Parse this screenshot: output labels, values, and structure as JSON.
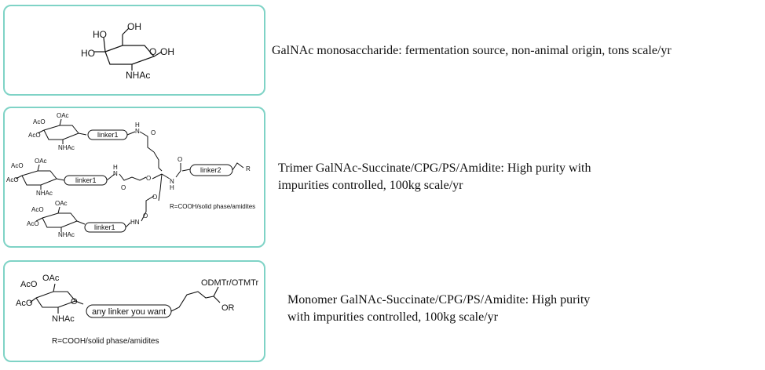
{
  "rows": [
    {
      "description": "GalNAc monosaccharide: fermentation source, non-animal origin, tons scale/yr",
      "structure": {
        "labels": [
          "HO",
          "OH",
          "HO",
          "OH",
          "NHAc"
        ]
      }
    },
    {
      "description_line1": "Trimer GalNAc-Succinate/CPG/PS/Amidite: High purity with",
      "description_line2": "impurities controlled, 100kg scale/yr",
      "structure": {
        "ac_label": "AcO",
        "oac_label": "OAc",
        "nhac_label": "NHAc",
        "linker1": "linker1",
        "linker2": "linker2",
        "n_label": "N",
        "h_label": "H",
        "hn_label": "HN",
        "o_label": "O",
        "r_label": "R",
        "r_note": "R=COOH/solid phase/amidites"
      }
    },
    {
      "description_line1": "Monomer GalNAc-Succinate/CPG/PS/Amidite: High purity",
      "description_line2": "with impurities controlled, 100kg scale/yr",
      "structure": {
        "ac_label": "AcO",
        "oac_label": "OAc",
        "nhac_label": "NHAc",
        "linker": "any linker you want",
        "top_label": "ODMTr/OTMTr",
        "or_label": "OR",
        "r_note": "R=COOH/solid phase/amidites"
      }
    }
  ]
}
